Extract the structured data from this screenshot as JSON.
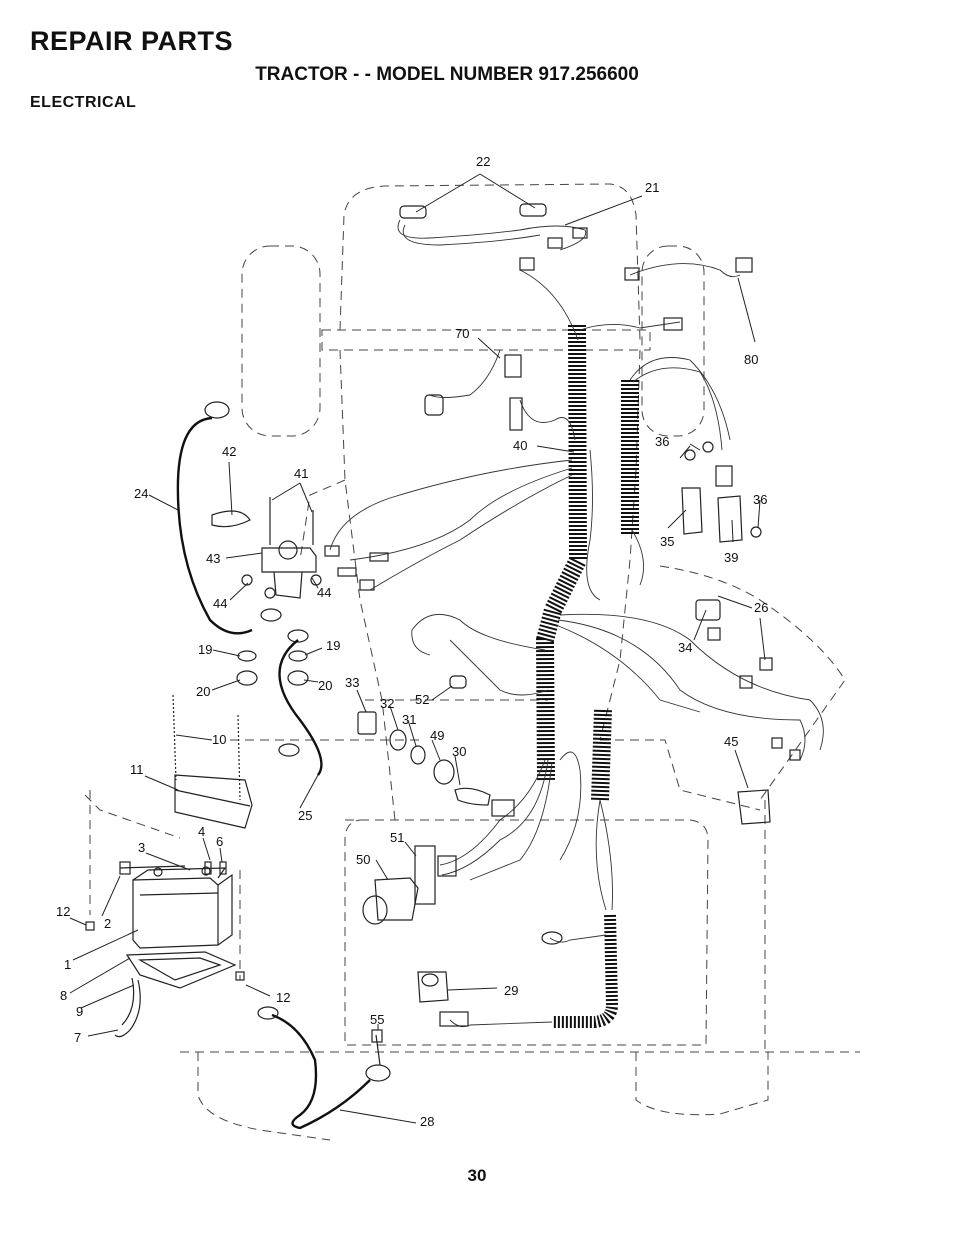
{
  "header": {
    "section": "REPAIR PARTS",
    "model": "TRACTOR - - MODEL NUMBER 917.256600",
    "category": "ELECTRICAL"
  },
  "page_number": "30",
  "callouts": {
    "c1": "1",
    "c2": "2",
    "c3": "3",
    "c4": "4",
    "c6": "6",
    "c7": "7",
    "c8": "8",
    "c9": "9",
    "c10": "10",
    "c11": "11",
    "c12a": "12",
    "c12b": "12",
    "c19a": "19",
    "c19b": "19",
    "c20a": "20",
    "c20b": "20",
    "c21": "21",
    "c22": "22",
    "c24": "24",
    "c25": "25",
    "c26": "26",
    "c28": "28",
    "c29": "29",
    "c30": "30",
    "c31": "31",
    "c32": "32",
    "c33": "33",
    "c34": "34",
    "c35": "35",
    "c36a": "36",
    "c36b": "36",
    "c39": "39",
    "c40": "40",
    "c41": "41",
    "c42": "42",
    "c43": "43",
    "c44a": "44",
    "c44b": "44",
    "c45": "45",
    "c49": "49",
    "c50": "50",
    "c51": "51",
    "c52": "52",
    "c55": "55",
    "c70": "70",
    "c80": "80"
  }
}
